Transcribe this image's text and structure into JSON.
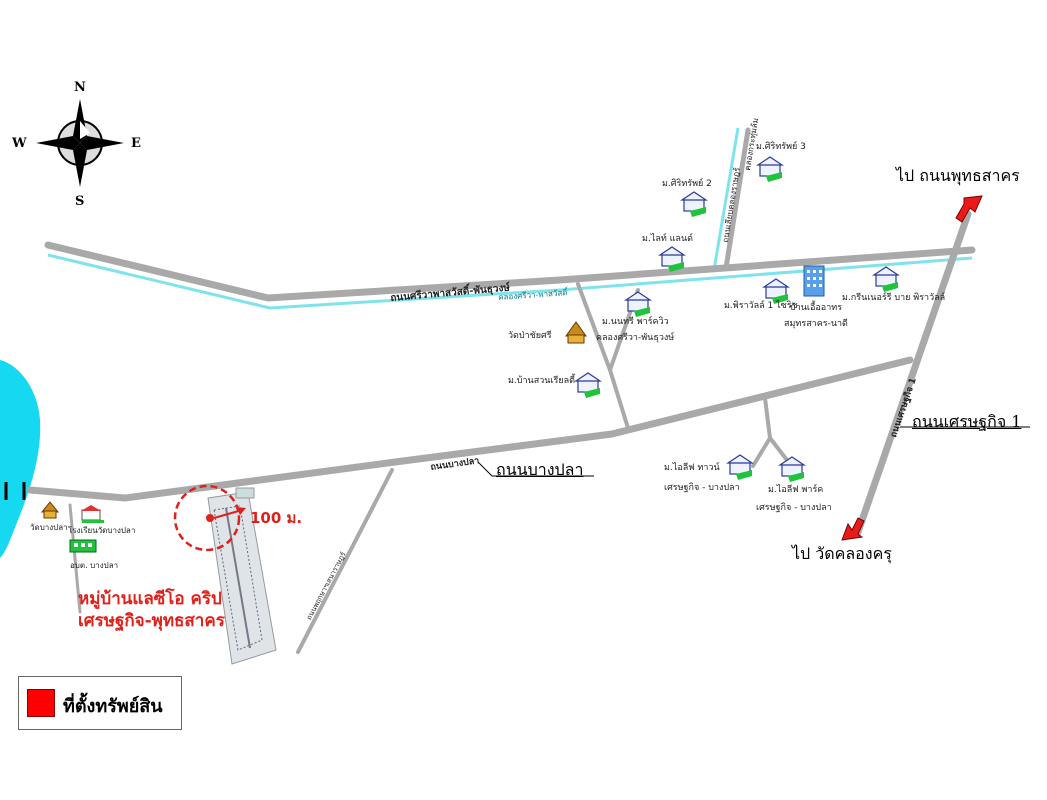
{
  "compass": {
    "n": "N",
    "s": "S",
    "e": "E",
    "w": "W"
  },
  "roads": {
    "sri_wa": "ถนนศรีวาพาสวัสดิ์-พันธุวงษ์",
    "bang_pla": "ถนนบางปลา",
    "bang_pla_callout": "ถนนบางปลา",
    "setthakit_vertical": "ถนนเศรษฐกิจ 1",
    "setthakit_callout": "ถนนเศรษฐกิจ 1",
    "small_canal_road": "ถนนเลียบคลองราษฎร์",
    "side_road_south": "ถนนพฤกษาฯเสนาราษฎร์"
  },
  "canals": {
    "main": "คลองศรีวา-พาสวัสดิ์",
    "north": "คลองกระทุ่มล้ม"
  },
  "places": {
    "sirisap3": "ม.ศิริทรัพย์ 3",
    "sirisap2": "ม.ศิริทรัพย์ 2",
    "lite_land": "ม.ไลท์ แลนด์",
    "nanthawan": "ม.นนทรี พาร์ควิว",
    "nanthawan_sub": "คลองศรีวา-พันธุวงษ์",
    "temple_chaisri": "วัดป่าชัยศรี",
    "ban_suan": "ม.บ้านสวนเรียลตี้",
    "piravat": "ม.พิราวัลล์ 1 ไซริช",
    "ban_ua": "บ้านเอื้ออาทร",
    "ban_ua_sub": "สมุทรสาคร-นาดี",
    "green_ville": "ม.กรีนเนอร์รี บาย พิราวัลล์",
    "lite_town": "ม.ไอลีฟ ทาวน์",
    "lite_town_sub": "เศรษฐกิจ - บางปลา",
    "lite_park": "ม.ไอลีฟ พาร์ค",
    "lite_park_sub": "เศรษฐกิจ - บางปลา",
    "wat_bangpla": "วัดบางปลา",
    "school": "โรงเรียนวัดบางปลา",
    "obt": "อบต. บางปลา"
  },
  "directions": {
    "to_phutthasakhon": "ไป ถนนพุทธสาคร",
    "to_wat_khlong_khru": "ไป วัดคลองครุ"
  },
  "property": {
    "distance": "100 ม.",
    "project_line1": "หมู่บ้านแลซีโอ คริป",
    "project_line2": "เศรษฐกิจ-พุทธสาคร"
  },
  "legend": {
    "label": "ที่ตั้งทรัพย์สิน"
  },
  "colors": {
    "road": "#a9a9a9",
    "canal": "#7fe3ee",
    "river": "#16d8f0",
    "accent": "#e0201a",
    "arrow": "#e81a1a"
  }
}
